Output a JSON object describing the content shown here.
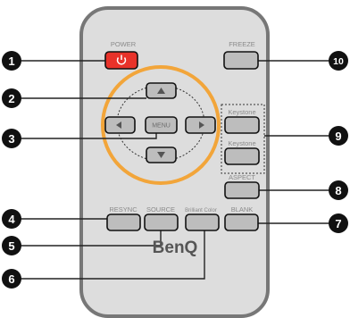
{
  "labels": {
    "power": "POWER",
    "freeze": "FREEZE",
    "menu": "MENU",
    "keystone_up": "Keystone",
    "keystone_down": "Keystone",
    "aspect": "ASPECT",
    "resync": "RESYNC",
    "source": "SOURCE",
    "brilliant_color": "Brilliant Color",
    "blank": "BLANK",
    "brand": "BenQ"
  },
  "callouts": [
    "1",
    "2",
    "3",
    "4",
    "5",
    "6",
    "7",
    "8",
    "9",
    "10"
  ],
  "colors": {
    "remote_body": "#dddddd",
    "remote_border": "#7a7a7a",
    "button": "#bdbdbd",
    "power_button": "#e8322a",
    "ring": "#f2a53a",
    "callout": "#111111"
  }
}
